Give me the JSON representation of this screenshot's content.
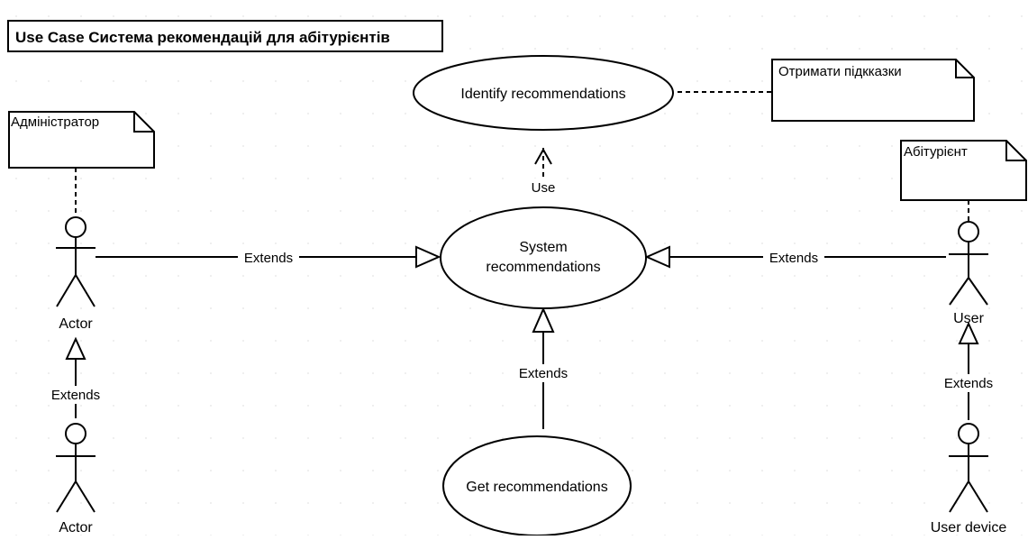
{
  "diagram": {
    "title": "Use Case Система рекомендацій для абітурієнтів",
    "use_cases": {
      "identify": "Identify recommendations",
      "system_line1": "System",
      "system_line2": "recommendations",
      "get": "Get recommendations"
    },
    "notes": {
      "hints": "Отримати підкказки",
      "admin": "Адміністратор",
      "applicant": "Абітурієнт"
    },
    "actors": {
      "left_top": "Actor",
      "left_bottom": "Actor",
      "right_top": "User",
      "right_bottom": "User device"
    },
    "relations": {
      "use": "Use",
      "extends_left": "Extends",
      "extends_right": "Extends",
      "extends_bottom": "Extends",
      "extends_left_actor": "Extends",
      "extends_right_actor": "Extends"
    }
  }
}
